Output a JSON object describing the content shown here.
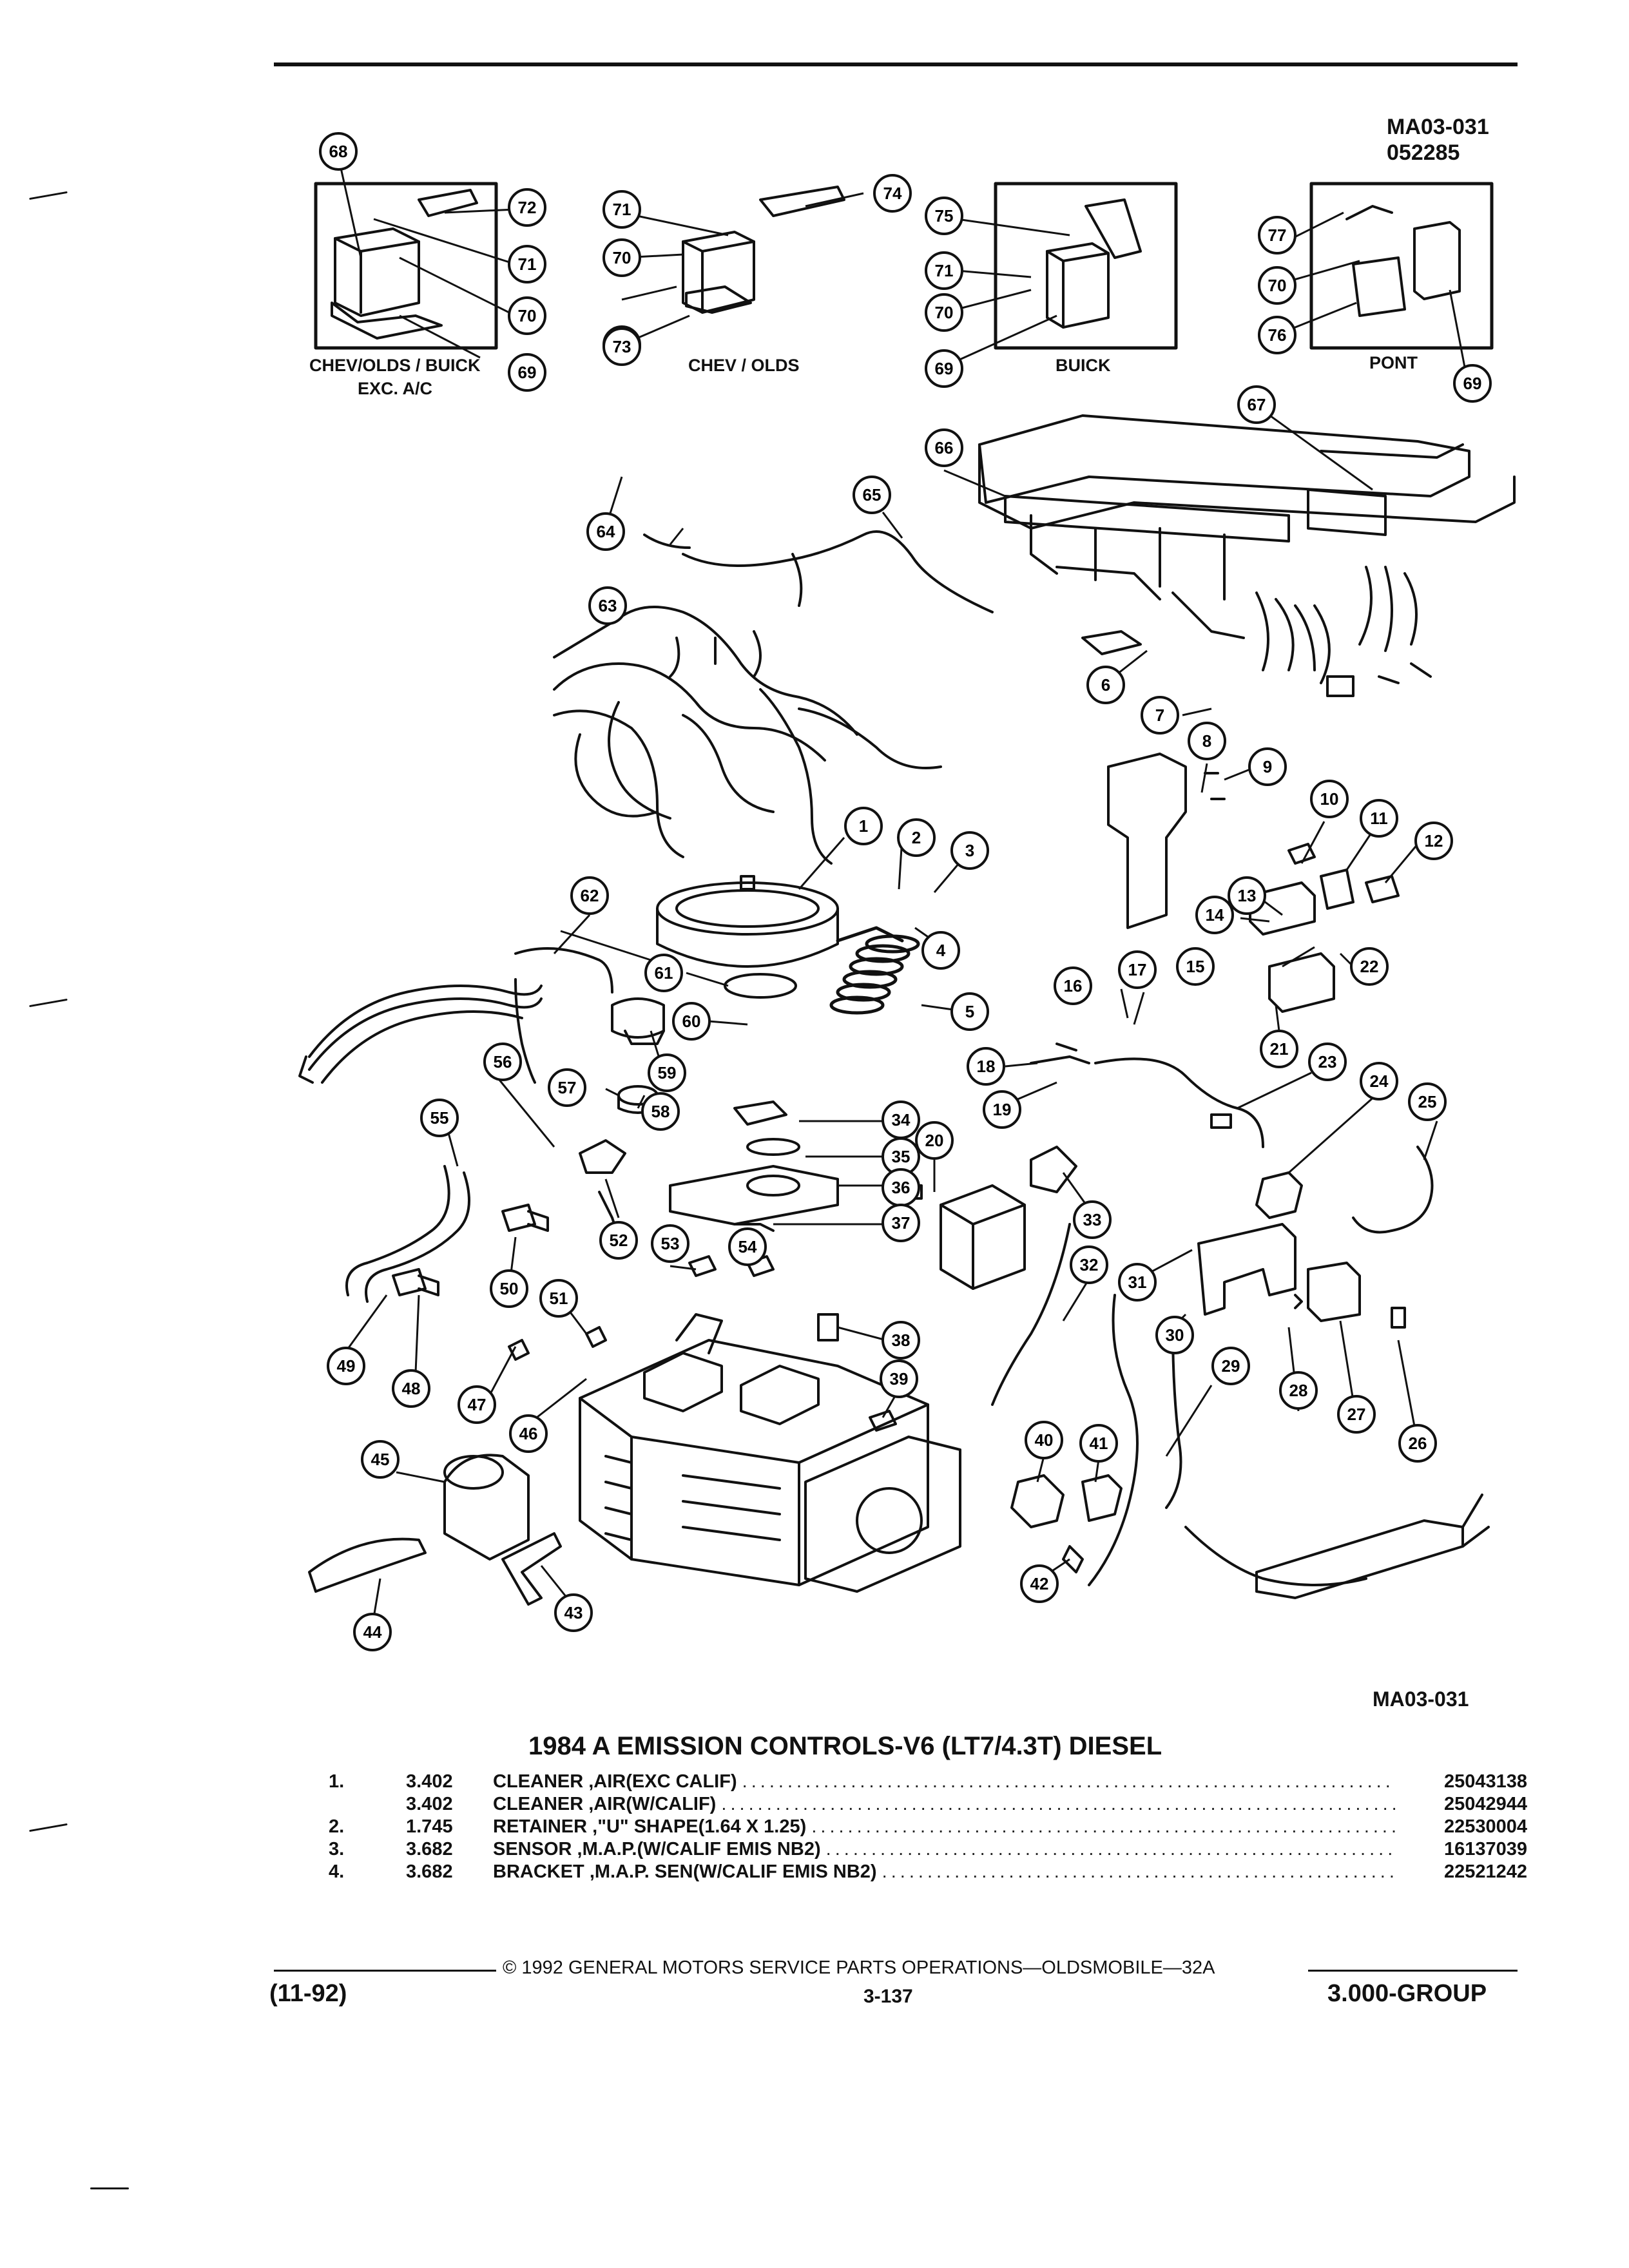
{
  "figure": {
    "id_top": "MA03-031",
    "date_code": "052285",
    "id_bottom": "MA03-031",
    "panel_labels": {
      "chev_olds_buick": "CHEV/OLDS / BUICK",
      "exc_ac": "EXC. A/C",
      "chev_olds": "CHEV / OLDS",
      "buick": "BUICK",
      "pont": "PONT"
    },
    "callouts": [
      "1",
      "2",
      "3",
      "4",
      "5",
      "6",
      "7",
      "8",
      "9",
      "10",
      "11",
      "12",
      "13",
      "14",
      "15",
      "17",
      "16",
      "18",
      "19",
      "20",
      "21",
      "22",
      "23",
      "24",
      "25",
      "26",
      "27",
      "28",
      "29",
      "30",
      "31",
      "32",
      "33",
      "34",
      "35",
      "36",
      "37",
      "38",
      "39",
      "40",
      "41",
      "42",
      "43",
      "44",
      "45",
      "46",
      "47",
      "48",
      "49",
      "50",
      "51",
      "52",
      "53",
      "54",
      "55",
      "56",
      "57",
      "58",
      "59",
      "60",
      "61",
      "62",
      "63",
      "64",
      "65",
      "66",
      "67",
      "68",
      "69",
      "70",
      "71",
      "72",
      "73",
      "74",
      "75",
      "76",
      "77"
    ]
  },
  "title": "1984 A EMISSION CONTROLS-V6 (LT7/4.3T) DIESEL",
  "parts": [
    {
      "num": "1.",
      "ref": "3.402",
      "desc": "CLEANER ,AIR(EXC CALIF)",
      "pn": "25043138"
    },
    {
      "num": "",
      "ref": "3.402",
      "desc": "CLEANER ,AIR(W/CALIF)",
      "pn": "25042944"
    },
    {
      "num": "2.",
      "ref": "1.745",
      "desc": "RETAINER ,\"U\" SHAPE(1.64 X 1.25)",
      "pn": "22530004"
    },
    {
      "num": "3.",
      "ref": "3.682",
      "desc": "SENSOR ,M.A.P.(W/CALIF EMIS NB2)",
      "pn": "16137039"
    },
    {
      "num": "4.",
      "ref": "3.682",
      "desc": "BRACKET ,M.A.P. SEN(W/CALIF EMIS NB2)",
      "pn": "22521242"
    }
  ],
  "footer": {
    "copyright": "© 1992 GENERAL MOTORS SERVICE PARTS OPERATIONS—OLDSMOBILE—32A",
    "date": "(11-92)",
    "page": "3-137",
    "group": "3.000-GROUP"
  }
}
